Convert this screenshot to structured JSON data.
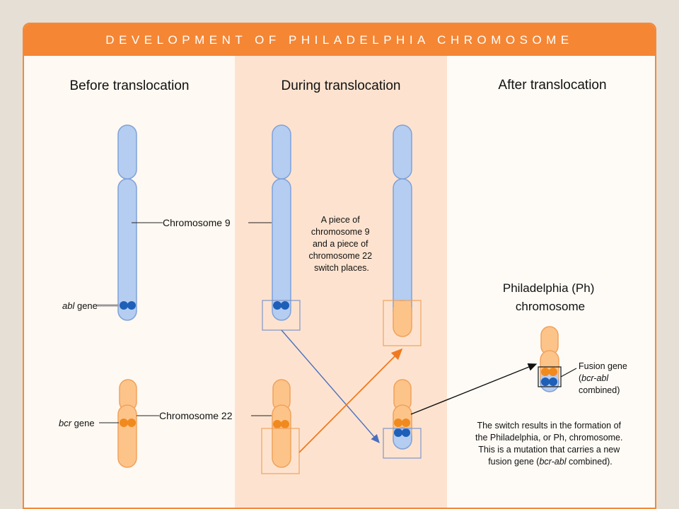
{
  "title": "DEVELOPMENT OF PHILADELPHIA CHROMOSOME",
  "columns": {
    "before": "Before translocation",
    "during": "During translocation",
    "after": "After translocation"
  },
  "labels": {
    "chromosome9": "Chromosome 9",
    "chromosome22": "Chromosome 22",
    "abl_gene": "abl",
    "bcr_gene": "bcr",
    "gene_word": " gene",
    "swap_note": [
      "A piece of",
      "chromosome 9",
      "and a piece of",
      "chromosome 22",
      "switch places."
    ],
    "ph_title": [
      "Philadelphia (Ph)",
      "chromosome"
    ],
    "fusion_gene": "Fusion gene",
    "fusion_gene_detail_pre": "(",
    "fusion_gene_detail_italic": "bcr-abl",
    "fusion_gene_detail_post": "combined)",
    "result_text": [
      "The switch results in the formation of",
      "the Philadelphia, or Ph, chromosome.",
      "This is a mutation that carries a new"
    ],
    "result_last_pre": "fusion gene (",
    "result_last_italic": "bcr-abl",
    "result_last_post": " combined)."
  },
  "colors": {
    "chr9_fill": "#b5cdf0",
    "chr9_stroke": "#7fa2d8",
    "chr22_fill": "#fdc48a",
    "chr22_stroke": "#f0a25c",
    "abl_dot": "#1e5fb8",
    "bcr_dot": "#f08a1e",
    "orange_arrow": "#f07a20",
    "blue_arrow": "#4a6fc0"
  }
}
